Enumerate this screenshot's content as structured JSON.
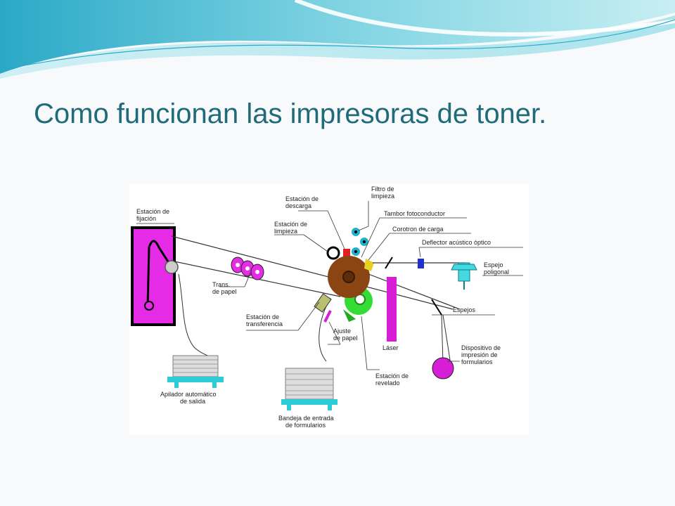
{
  "slide": {
    "title": "Como funcionan las impresoras de toner.",
    "colors": {
      "title": "#1f6b7a",
      "wave_light": "#c7eef3",
      "wave_mid": "#7fd3e2",
      "wave_dark": "#2aa9c7"
    }
  },
  "diagram": {
    "labels": {
      "estacion_fijacion": [
        "Estación de",
        "fijación"
      ],
      "trans_papel": [
        "Trans.",
        "de papel"
      ],
      "estacion_descarga": [
        "Estación de",
        "descarga"
      ],
      "filtro_limpieza": [
        "Filtro de",
        "limpieza"
      ],
      "tambor": [
        "Tambor fotoconductor"
      ],
      "estacion_limpieza": [
        "Estación de",
        "limpieza"
      ],
      "corotron": [
        "Corotron de carga"
      ],
      "deflector": [
        "Deflector acústico óptico"
      ],
      "espejo_poligonal": [
        "Espejo",
        "poligonal"
      ],
      "espejos": [
        "Espejos"
      ],
      "estacion_transferencia": [
        "Estación de",
        "transferencia"
      ],
      "ajuste_papel": [
        "Ajuste",
        "de papel"
      ],
      "laser": [
        "Láser"
      ],
      "dispositivo": [
        "Dispositivo de",
        "impresión de",
        "formularios"
      ],
      "estacion_revelado": [
        "Estación de",
        "revelado"
      ],
      "apilador": [
        "Apilador automático",
        "de salida"
      ],
      "bandeja": [
        "Bandeja de entrada",
        "de formularios"
      ]
    },
    "colors": {
      "fusion": "#e62be6",
      "drum": "#8b4513",
      "developer": "#33dd33",
      "corotron": "#e8d020",
      "laser": "#d61ed6",
      "mirror": "#44d8e0",
      "deflector": "#2030c8",
      "tray": "#2ccdd6",
      "filter": "#22b0c8"
    }
  }
}
